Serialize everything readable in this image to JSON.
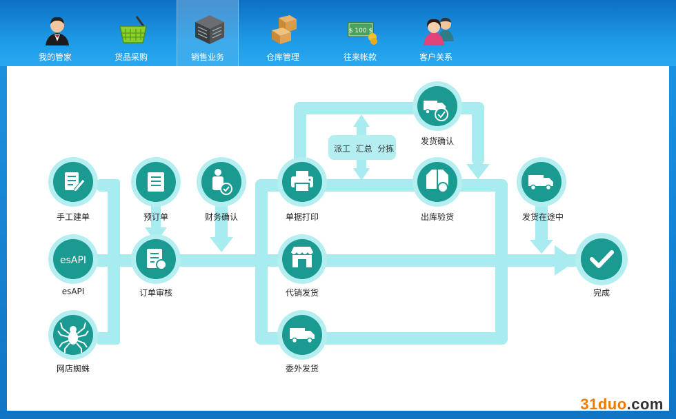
{
  "tabs": [
    {
      "label": "我的管家",
      "icon": "butler-avatar-icon"
    },
    {
      "label": "货品采购",
      "icon": "shopping-basket-icon"
    },
    {
      "label": "销售业务",
      "icon": "server-box-icon",
      "active": true
    },
    {
      "label": "仓库管理",
      "icon": "warehouse-boxes-icon"
    },
    {
      "label": "往来帐款",
      "icon": "money-cash-icon"
    },
    {
      "label": "客户关系",
      "icon": "customer-people-icon"
    }
  ],
  "money_icon_text": "$ 100 $",
  "flow": {
    "manual_order": "手工建单",
    "esapi_icon_text": "esAPI",
    "esapi": "esAPI",
    "shop_spider": "网店蜘蛛",
    "pre_order": "预订单",
    "order_review": "订单审核",
    "finance_confirm": "财务确认",
    "bill_print": "单据打印",
    "consign_ship": "代销发货",
    "outsource_ship": "委外发货",
    "dispatch_group": "派工  汇总  分拣",
    "ship_confirm": "发货确认",
    "outbound_check": "出库验货",
    "in_transit": "发货在途中",
    "complete": "完成"
  },
  "brand": {
    "main": "31duo",
    "suffix": ".com"
  },
  "colors": {
    "track": "#a8ecef",
    "ring": "#b4eef0",
    "node": "#1a9a90",
    "accent": "#ee7a00"
  }
}
